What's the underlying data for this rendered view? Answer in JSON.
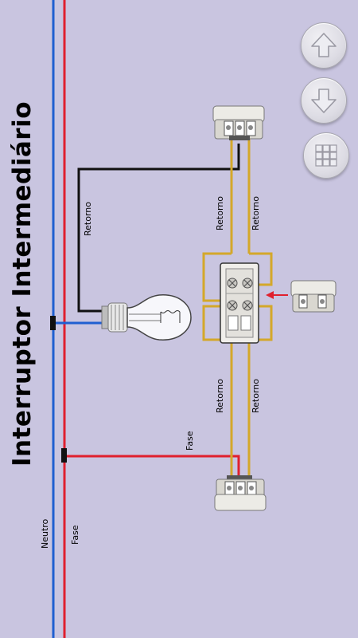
{
  "title": "Interruptor Intermediário",
  "labels": {
    "neutro": "Neutro",
    "fase_main": "Fase",
    "fase_wire": "Fase",
    "retorno_lamp": "Retorno",
    "retorno_top_left": "Retorno",
    "retorno_top_right": "Retorno",
    "retorno_bottom_left": "Retorno",
    "retorno_bottom_right": "Retorno"
  },
  "buttons": [
    {
      "name": "scroll-up-button",
      "icon": "arrow-up-icon"
    },
    {
      "name": "scroll-down-button",
      "icon": "arrow-down-icon"
    },
    {
      "name": "grid-menu-button",
      "icon": "grid-icon"
    }
  ],
  "colors": {
    "background": "#c9c5e0",
    "neutral_wire": "#1f5fd1",
    "phase_wire": "#e0202e",
    "return_wire": "#d4a82a",
    "lamp_return_wire": "#111111",
    "pointer_arrow": "#e0202e"
  }
}
